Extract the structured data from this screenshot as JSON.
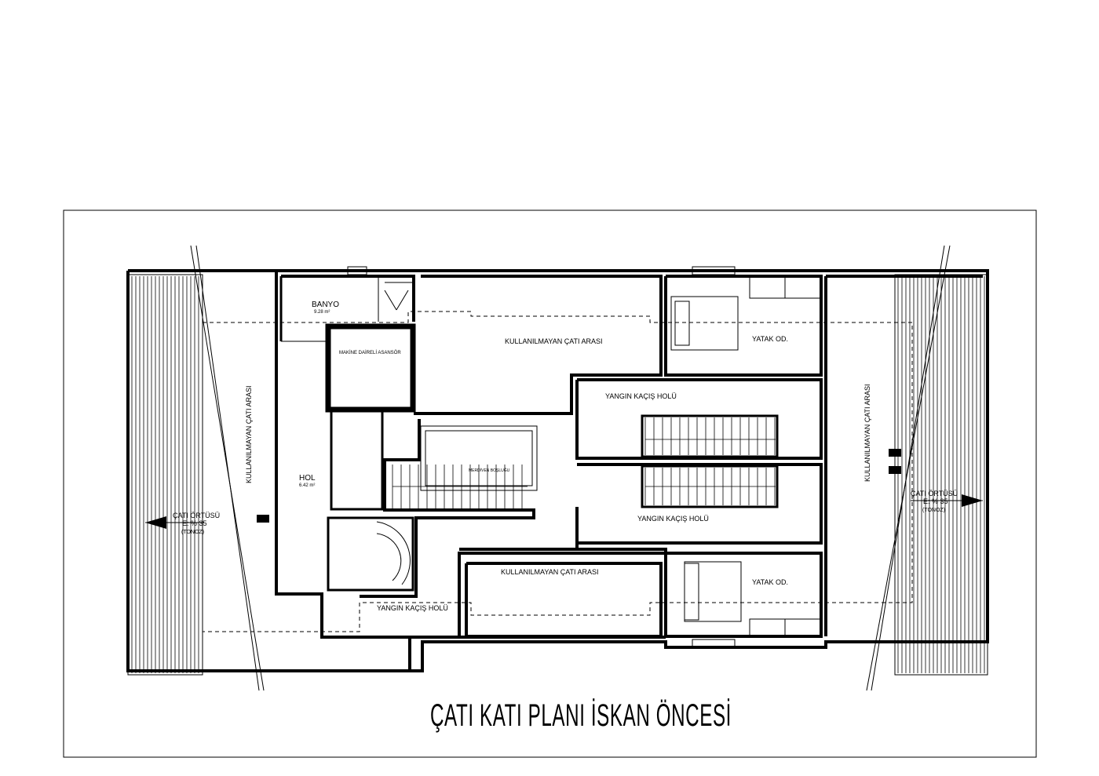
{
  "title": "ÇATI KATI PLANI İSKAN ÖNCESİ",
  "rooms": {
    "banyo_name": "BANYO",
    "banyo_area": "9.28 m²",
    "hol_name": "HOL",
    "hol_area": "6.42 m²",
    "machine_room": "MAKİNE DAİRELİ ASANSÖR",
    "attic_top": "KULLANILMAYAN ÇATI ARASI",
    "attic_bottom": "KULLANILMAYAN ÇATI ARASI",
    "attic_left": "KULLANILMAYAN ÇATI ARASI",
    "attic_right": "KULLANILMAYAN ÇATI ARASI",
    "escape_top": "YANGIN KAÇIŞ HOLÜ",
    "escape_mid": "YANGIN KAÇIŞ HOLÜ",
    "escape_bottom": "YANGIN KAÇIŞ HOLÜ",
    "bedroom_top": "YATAK OD.",
    "bedroom_bottom": "YATAK OD.",
    "stair_shaft": "MERDİVEN BOŞLUĞU"
  },
  "roof_left": {
    "line1": "ÇATI ÖRTÜSÜ",
    "line2": "E: % 35",
    "line3": "(TONOZ)"
  },
  "roof_right": {
    "line1": "ÇATI ÖRTÜSÜ",
    "line2": "E: % 35",
    "line3": "(TONOZ)"
  }
}
